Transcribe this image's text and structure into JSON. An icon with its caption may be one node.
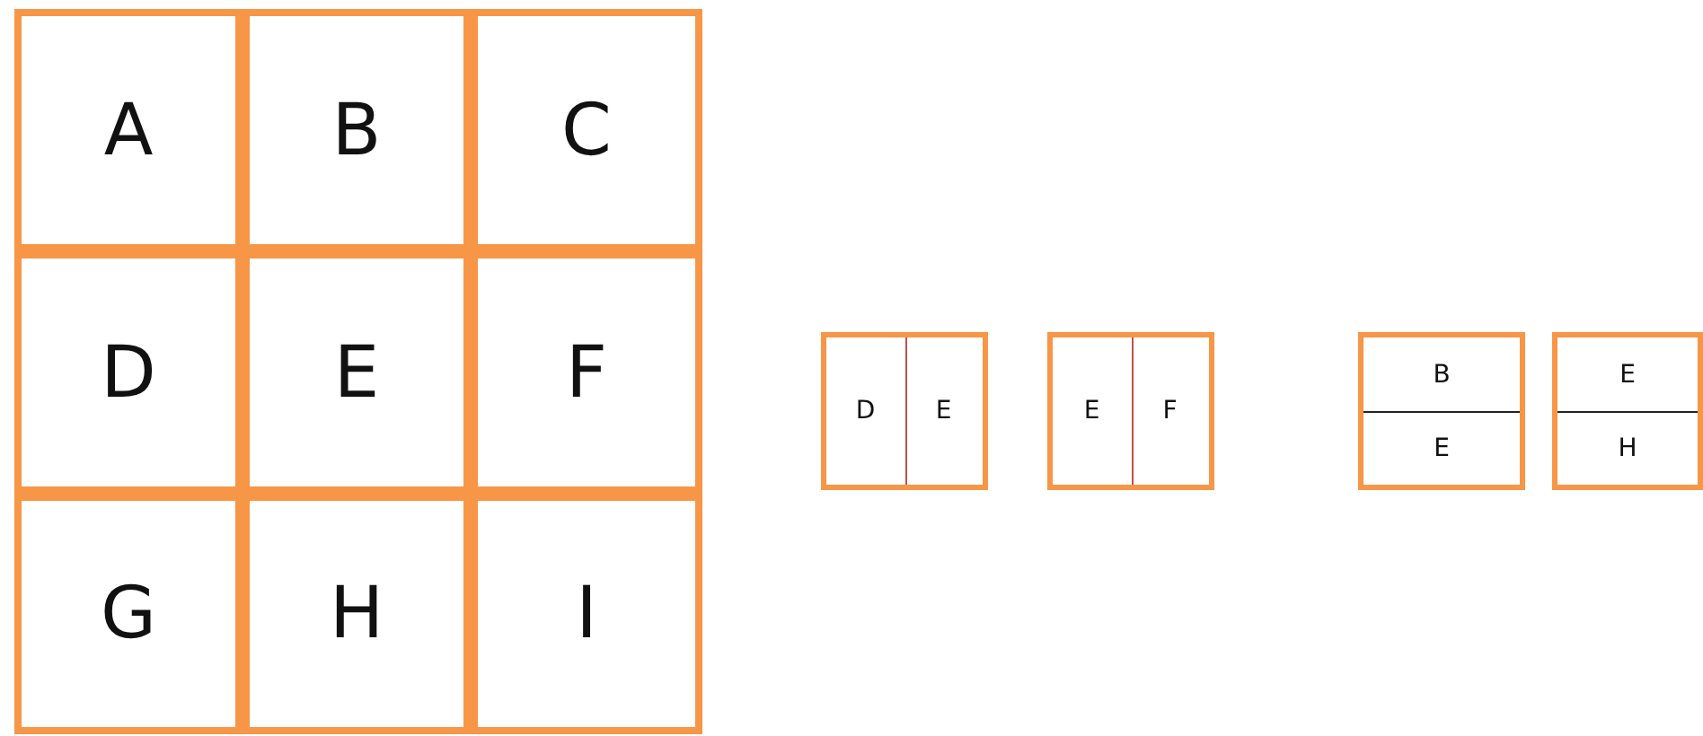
{
  "diagram": {
    "nodes": [
      {
        "text": [
          "A"
        ]
      },
      {
        "text": [
          "B"
        ]
      },
      {
        "text": [
          "C"
        ]
      },
      {
        "text": [
          "D"
        ]
      },
      {
        "text": [
          "E"
        ]
      },
      {
        "text": [
          "F"
        ]
      },
      {
        "text": [
          "G"
        ]
      },
      {
        "text": [
          "H"
        ]
      },
      {
        "text": [
          "I"
        ]
      },
      {
        "text": [
          "D",
          "E"
        ]
      },
      {
        "text": [
          "E",
          "F"
        ]
      },
      {
        "text": [
          "B",
          "E"
        ]
      },
      {
        "text": [
          "E",
          "H"
        ]
      }
    ]
  }
}
